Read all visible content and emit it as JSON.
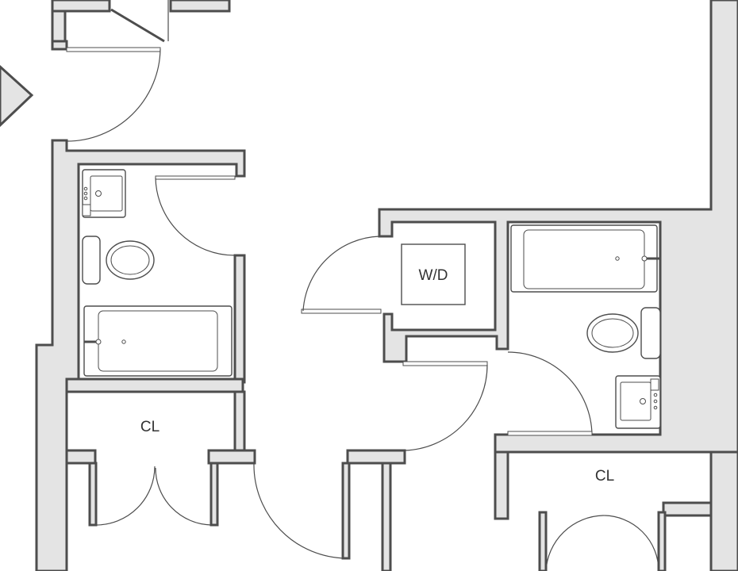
{
  "labels": {
    "washer_dryer": "W/D",
    "closet_left": "CL",
    "closet_right": "CL"
  },
  "colors": {
    "wall_fill": "#e4e4e4",
    "line": "#4d4d4d",
    "background": "#ffffff"
  }
}
